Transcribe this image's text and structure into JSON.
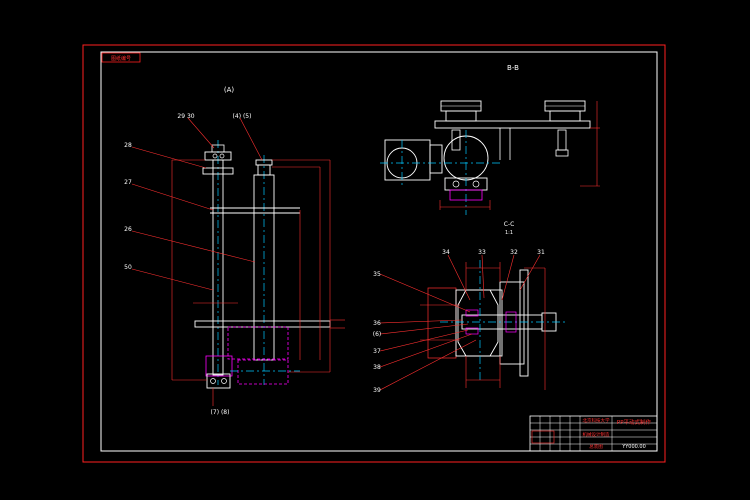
{
  "drawing": {
    "corner_tag": "图纸编号",
    "view_a_label": "(A)",
    "view_b_label": "B-B",
    "section_label": "C-C",
    "section_scale": "1:1",
    "left_callouts": [
      {
        "id": "c-29-30",
        "text": "29 30"
      },
      {
        "id": "c-4-5",
        "text": "(4) (5)"
      },
      {
        "id": "c-28",
        "text": "28"
      },
      {
        "id": "c-27",
        "text": "27"
      },
      {
        "id": "c-26",
        "text": "26"
      },
      {
        "id": "c-50",
        "text": "50"
      },
      {
        "id": "c-7-8",
        "text": "(7) (8)"
      }
    ],
    "right_callouts": [
      {
        "id": "c-34",
        "text": "34"
      },
      {
        "id": "c-33",
        "text": "33"
      },
      {
        "id": "c-32",
        "text": "32"
      },
      {
        "id": "c-31",
        "text": "31"
      },
      {
        "id": "c-35",
        "text": "35"
      },
      {
        "id": "c-36",
        "text": "36"
      },
      {
        "id": "c-6",
        "text": "(6)"
      },
      {
        "id": "c-37",
        "text": "37"
      },
      {
        "id": "c-38",
        "text": "38"
      },
      {
        "id": "c-39",
        "text": "39"
      }
    ],
    "title_block": {
      "company": "北京科技大学",
      "project": "PP平动式制作",
      "subtitle": "机械设计制造",
      "label_a": "总装图",
      "drawing_no": "YY000.00"
    },
    "colors": {
      "background": "#000000",
      "frame": "#ff0000",
      "outline": "#ffffff",
      "centerline": "#00c8ff",
      "dimension": "#ff3030",
      "part": "#ff00ff"
    }
  }
}
